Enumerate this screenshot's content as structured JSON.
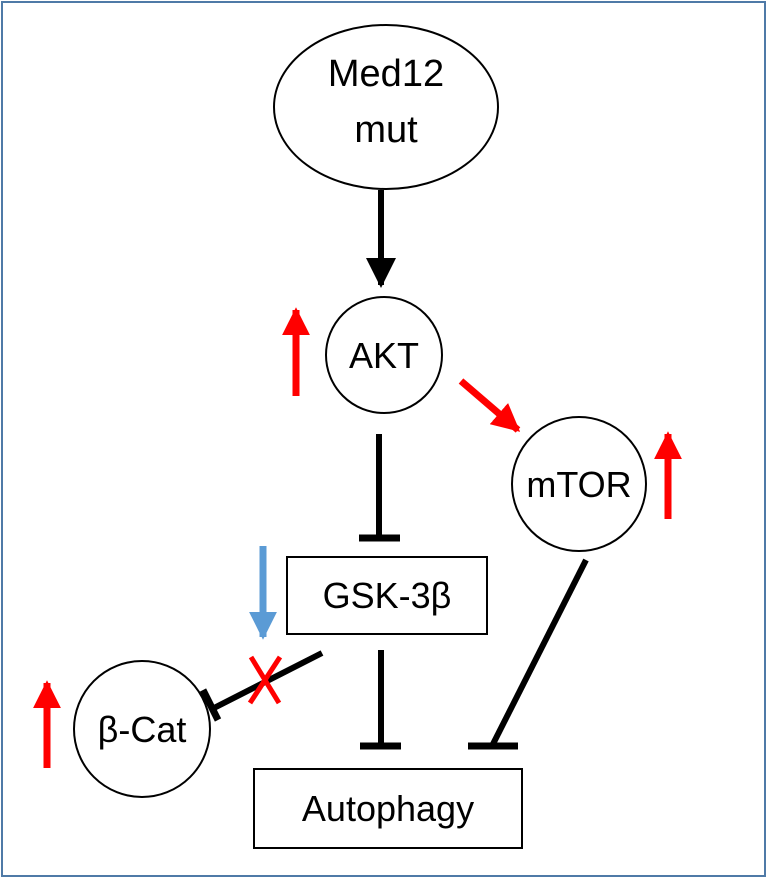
{
  "nodes": {
    "med12": {
      "line1": "Med12",
      "line2": "mut"
    },
    "akt": {
      "label": "AKT"
    },
    "mtor": {
      "label": "mTOR"
    },
    "gsk3b": {
      "label": "GSK-3β"
    },
    "bcat": {
      "label": "β-Cat"
    },
    "autophagy": {
      "label": "Autophagy"
    }
  },
  "colors": {
    "frame": "#4f7aa7",
    "edge": "#000000",
    "up_arrow": "#ff0000",
    "down_arrow": "#5b9bd5",
    "block_mark": "#ff0000"
  },
  "indicators": {
    "akt": "up",
    "mtor": "up",
    "gsk3b": "down",
    "bcat": "up"
  }
}
